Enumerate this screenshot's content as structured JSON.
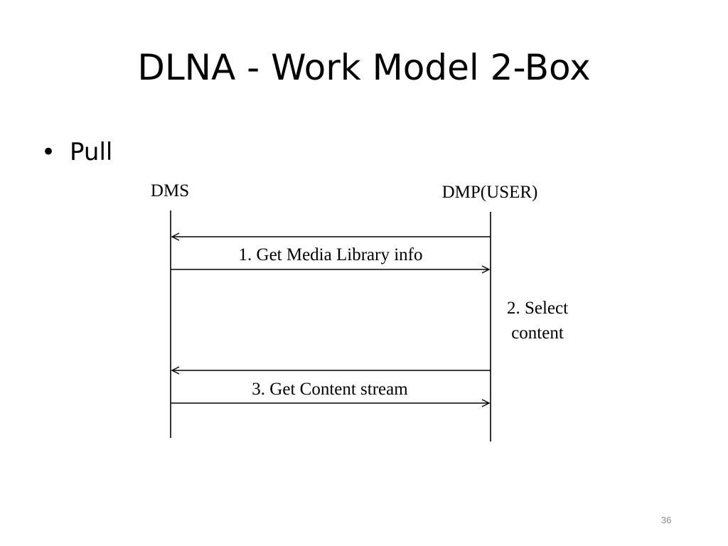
{
  "slide": {
    "title": "DLNA - Work Model 2-Box",
    "bullet_symbol": "•",
    "bullet_text": "Pull",
    "page_number": "36"
  },
  "diagram": {
    "left_actor": "DMS",
    "right_actor": "DMP(USER)",
    "messages": [
      {
        "label": "1. Get Media Library info",
        "step": 1
      },
      {
        "label": "3. Get Content stream",
        "step": 3
      }
    ],
    "side_note": {
      "line1": "2. Select",
      "line2": "content"
    }
  }
}
